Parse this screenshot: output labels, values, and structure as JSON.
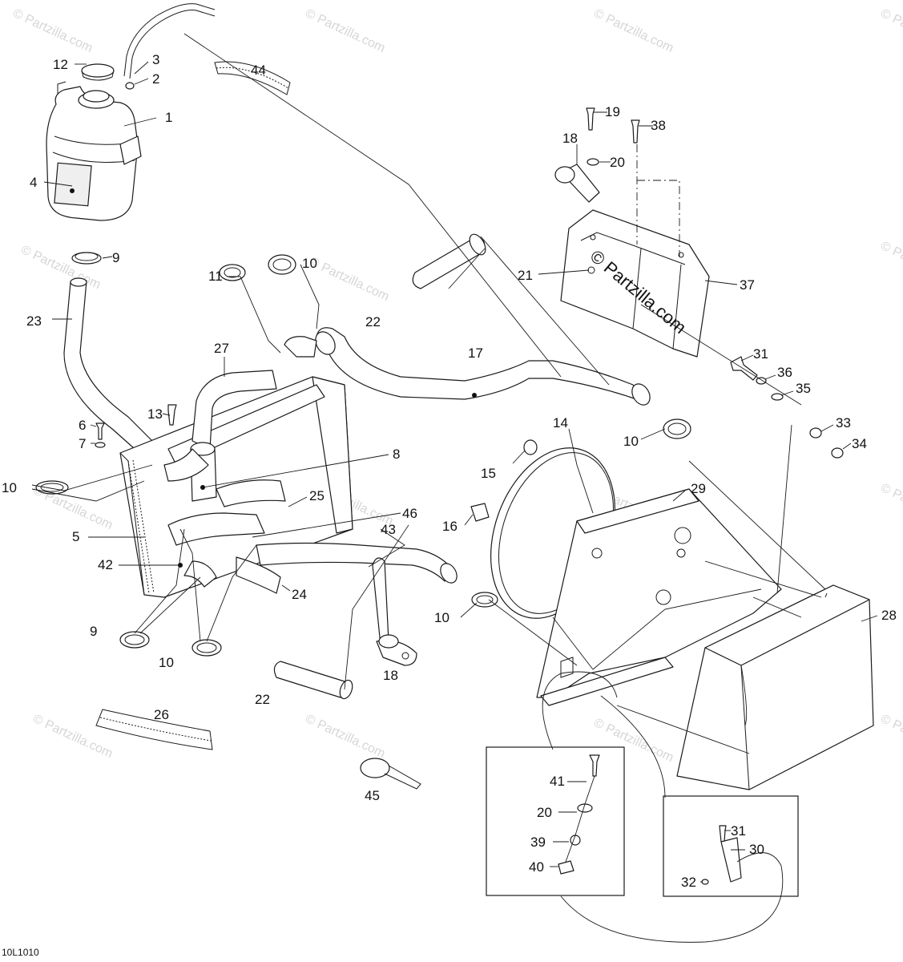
{
  "diagram": {
    "watermark_text": "© Partzilla.com",
    "drawing_code": "10L1010",
    "callouts": [
      "1",
      "2",
      "3",
      "4",
      "5",
      "6",
      "7",
      "8",
      "9",
      "10",
      "11",
      "12",
      "13",
      "14",
      "15",
      "16",
      "17",
      "18",
      "19",
      "20",
      "21",
      "22",
      "23",
      "24",
      "25",
      "26",
      "27",
      "28",
      "29",
      "30",
      "31",
      "32",
      "33",
      "34",
      "35",
      "36",
      "37",
      "38",
      "39",
      "40",
      "41",
      "42",
      "43",
      "44",
      "45",
      "46"
    ]
  }
}
